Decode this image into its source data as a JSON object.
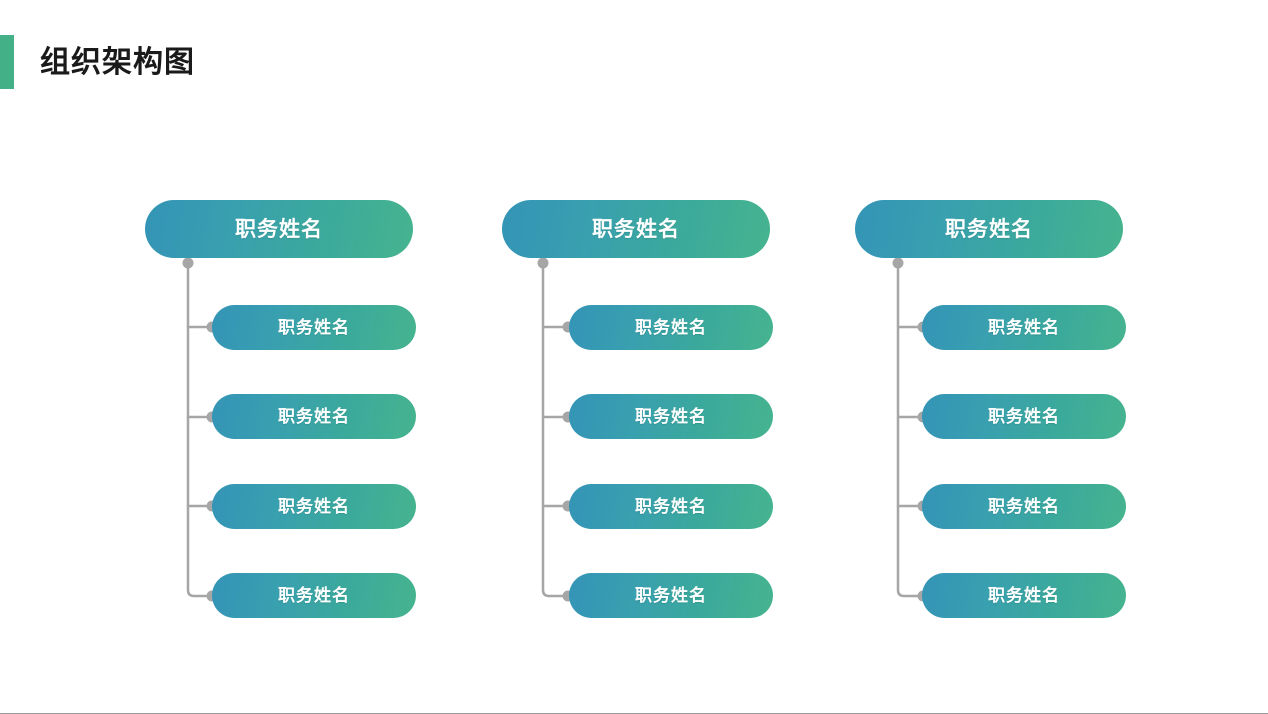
{
  "slide": {
    "title": "组织架构图",
    "accent_color": "#44b088",
    "background_color": "#ffffff"
  },
  "theme": {
    "pill_gradient_start": "#3494b6",
    "pill_gradient_end": "#46b48e",
    "connector_color": "#a6a6a6",
    "connector_dot_color": "#a6a6a6",
    "title_color": "#1a1a1a",
    "pill_text_color": "#ffffff"
  },
  "chart_data": {
    "type": "diagram",
    "title": "组织架构图",
    "layout": "three-column tree, each with one header node and four child nodes",
    "columns": [
      {
        "id": "column-1",
        "header": {
          "label": "职务姓名"
        },
        "children": [
          {
            "label": "职务姓名"
          },
          {
            "label": "职务姓名"
          },
          {
            "label": "职务姓名"
          },
          {
            "label": "职务姓名"
          }
        ]
      },
      {
        "id": "column-2",
        "header": {
          "label": "职务姓名"
        },
        "children": [
          {
            "label": "职务姓名"
          },
          {
            "label": "职务姓名"
          },
          {
            "label": "职务姓名"
          },
          {
            "label": "职务姓名"
          }
        ]
      },
      {
        "id": "column-3",
        "header": {
          "label": "职务姓名"
        },
        "children": [
          {
            "label": "职务姓名"
          },
          {
            "label": "职务姓名"
          },
          {
            "label": "职务姓名"
          },
          {
            "label": "职务姓名"
          }
        ]
      }
    ]
  }
}
